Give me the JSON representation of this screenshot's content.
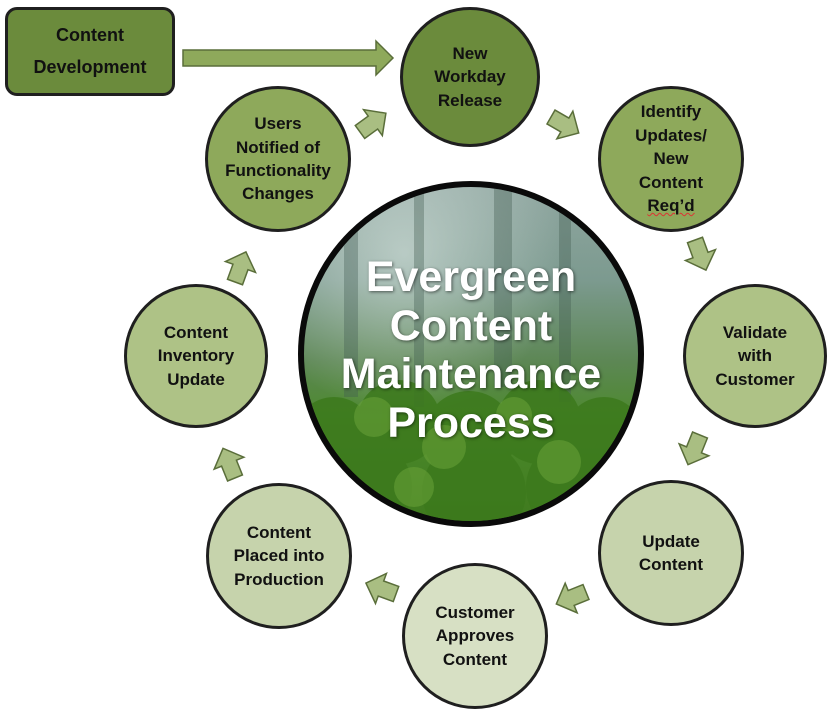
{
  "diagram": {
    "center_title": "Evergreen\nContent\nMaintenance\nProcess",
    "start_box": "Content\nDevelopment",
    "steps": [
      "New\nWorkday\nRelease",
      "Identify\nUpdates/\nNew\nContent",
      "Req’d",
      "Validate\nwith\nCustomer",
      "Update\nContent",
      "Customer\nApproves\nContent",
      "Content\nPlaced into\nProduction",
      "Content\nInventory\nUpdate",
      "Users\nNotified of\nFunctionality\nChanges"
    ],
    "colors": {
      "dark_green": "#6b8b3c",
      "mid_green": "#8ea95b",
      "light_green": "#aec286",
      "pale_green": "#c6d3ac",
      "palest_green": "#d7e0c4",
      "arrow_fill": "#a9be82",
      "outline": "#1f1f1f"
    }
  }
}
